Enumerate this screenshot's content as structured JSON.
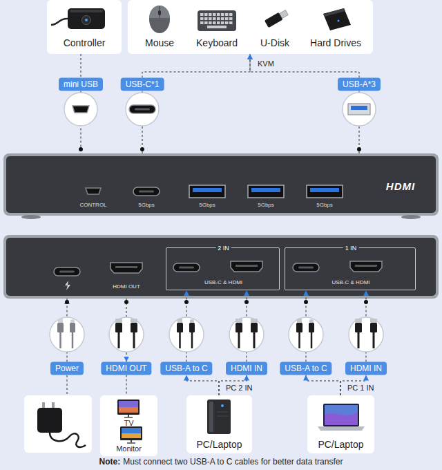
{
  "diagram": {
    "nodes": [
      {
        "text": [
          "Controller"
        ]
      },
      {
        "text": [
          "Mouse",
          "Keyboard",
          "U-Disk",
          "Hard Drives"
        ]
      },
      {
        "text": [
          "mini USB"
        ]
      },
      {
        "text": [
          "USB-C*1"
        ]
      },
      {
        "text": [
          "USB-A*3"
        ]
      },
      {
        "text": [
          "CONTROL",
          "5Gbps",
          "5Gbps",
          "5Gbps",
          "5Gbps",
          "HDMI"
        ]
      },
      {
        "text": [
          "HDMI OUT"
        ]
      },
      {
        "text": [
          "2 IN",
          "USB-C & HDMI"
        ],
        "in": 6
      },
      {
        "text": [
          "1 IN",
          "USB-C & HDMI"
        ],
        "in": 6
      },
      {
        "text": [
          "Power"
        ]
      },
      {
        "text": [
          "HDMI OUT"
        ]
      },
      {
        "text": [
          "USB-A to C"
        ]
      },
      {
        "text": [
          "HDMI IN"
        ]
      },
      {
        "text": [
          "USB-A to C"
        ]
      },
      {
        "text": [
          "HDMI IN"
        ]
      },
      {
        "text": [
          "TV",
          "Monitor"
        ]
      },
      {
        "text": [
          "PC/Laptop"
        ]
      },
      {
        "text": [
          "PC/Laptop"
        ]
      }
    ],
    "edges": [
      {
        "from": 0,
        "to": 2,
        "arrow": "none"
      },
      {
        "from": 3,
        "to": 1,
        "arrow": "to"
      },
      {
        "from": 4,
        "to": 1,
        "arrow": "to"
      },
      {
        "from": 2,
        "to": 5,
        "arrow": "none"
      },
      {
        "from": 5,
        "to": 3,
        "arrow": "to"
      },
      {
        "from": 5,
        "to": 4,
        "arrow": "to"
      },
      {
        "from": 9,
        "to": 6,
        "arrow": "to"
      },
      {
        "from": 6,
        "to": 10,
        "arrow": "to"
      },
      {
        "from": 11,
        "to": 7,
        "arrow": "to"
      },
      {
        "from": 12,
        "to": 7,
        "arrow": "to"
      },
      {
        "from": 13,
        "to": 8,
        "arrow": "to"
      },
      {
        "from": 14,
        "to": 8,
        "arrow": "to"
      },
      {
        "from": 10,
        "to": 15,
        "arrow": "none"
      },
      {
        "from": 16,
        "to": 11,
        "arrow": "to"
      },
      {
        "from": 16,
        "to": 12,
        "arrow": "to"
      },
      {
        "from": 17,
        "to": 13,
        "arrow": "to"
      },
      {
        "from": 17,
        "to": 14,
        "arrow": "to"
      }
    ],
    "labels": [
      "KVM",
      "PC 2 IN",
      "PC 1 IN",
      "Note:",
      "Must connect two USB-A to C cables for better data transfer"
    ]
  }
}
